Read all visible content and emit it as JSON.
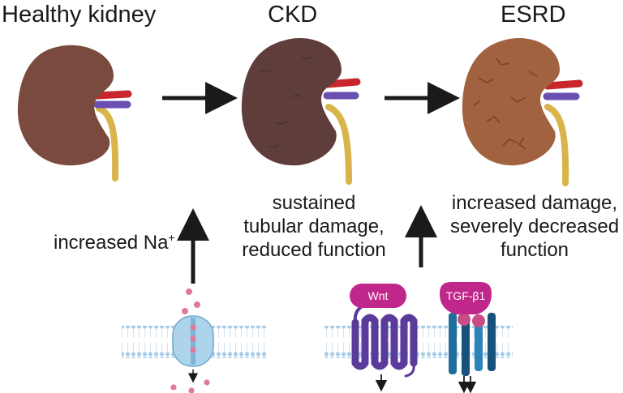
{
  "stages": {
    "healthy": {
      "title": "Healthy kidney"
    },
    "ckd": {
      "title": "CKD",
      "caption_lines": [
        "sustained",
        "tubular damage,",
        "reduced function"
      ]
    },
    "esrd": {
      "title": "ESRD",
      "caption_lines": [
        "increased damage,",
        "severely decreased",
        "function"
      ]
    }
  },
  "sodium": {
    "label": "increased Na",
    "superscript": "+"
  },
  "receptors": {
    "wnt_label": "Wnt",
    "tgf_label": "TGF-β1"
  },
  "colors": {
    "healthy_kidney": "#7a4a3e",
    "ckd_kidney": "#5e3d3b",
    "esrd_kidney": "#a0623f",
    "artery": "#c8262c",
    "vein": "#6a4fb3",
    "ureter": "#d9b44a",
    "arrow": "#1a1a1a",
    "membrane": "#a8cce8",
    "wnt_receptor": "#5a3a9a",
    "tgf_receptor": "#1f6d9a",
    "ligand": "#c0278a",
    "sodium_ion": "#e07a9a"
  }
}
